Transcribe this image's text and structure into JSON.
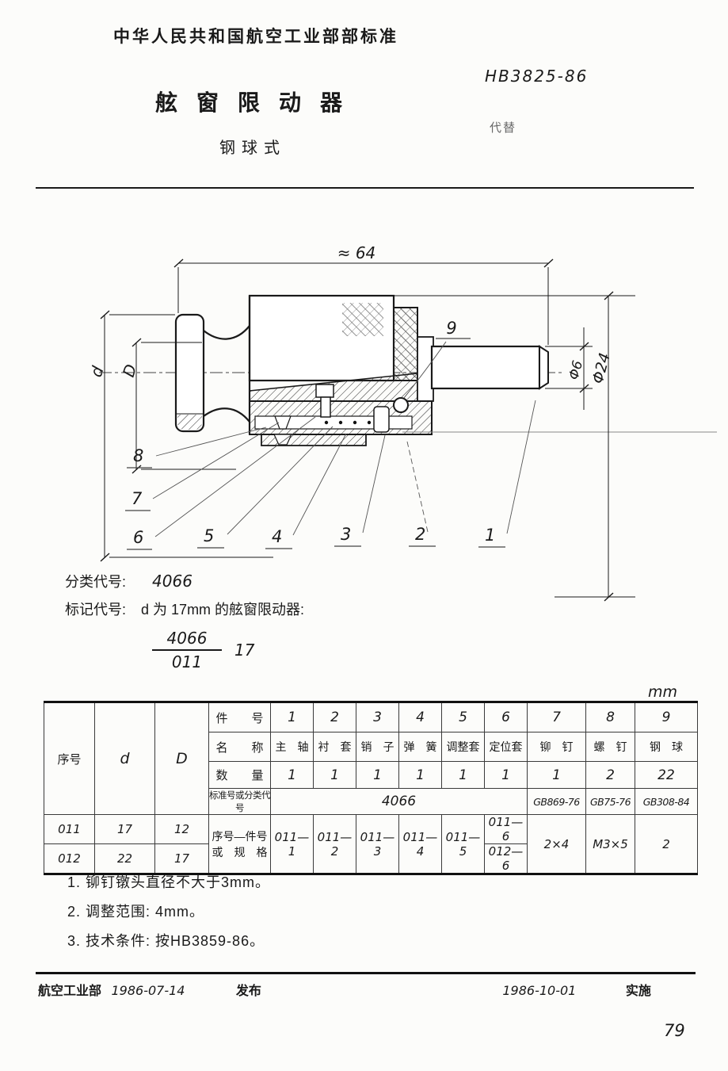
{
  "page": {
    "org_line": "中华人民共和国航空工业部部标准",
    "standard_no": "HB3825-86",
    "replaces_label": "代替",
    "title": "舷窗限动器",
    "subtitle": "钢球式",
    "page_number": "79"
  },
  "drawing": {
    "overall_dim": "≈ 64",
    "dim_d": "d",
    "dim_D": "D",
    "dim_phi6": "Φ6",
    "dim_phi24": "Φ24",
    "callouts": [
      "1",
      "2",
      "3",
      "4",
      "5",
      "6",
      "7",
      "8",
      "9"
    ]
  },
  "codes": {
    "class_label": "分类代号:",
    "class_value": "4066",
    "marking_label": "标记代号:",
    "marking_desc": "d 为 17mm 的舷窗限动器:",
    "marking_numerator": "4066",
    "marking_denominator": "011",
    "marking_suffix": "17"
  },
  "table": {
    "unit": "mm",
    "col_serial": "序号",
    "col_d": "d",
    "col_D": "D",
    "row_piece_no": "件　　号",
    "row_name": "名　　称",
    "row_qty": "数　　量",
    "row_std": "标准号或分类代号",
    "row_serial_piece": "序号—件号",
    "row_spec": "或　规　格",
    "part_numbers": [
      "1",
      "2",
      "3",
      "4",
      "5",
      "6",
      "7",
      "8",
      "9"
    ],
    "part_names": [
      "主　轴",
      "衬　套",
      "销　子",
      "弹　簧",
      "调整套",
      "定位套",
      "铆　钉",
      "螺　钉",
      "钢　球"
    ],
    "quantities": [
      "1",
      "1",
      "1",
      "1",
      "1",
      "1",
      "1",
      "2",
      "22"
    ],
    "std_merged": "4066",
    "std_gb": [
      "GB869-76",
      "GB75-76",
      "GB308-84"
    ],
    "rows": [
      {
        "serial": "011",
        "d": "17",
        "D": "12"
      },
      {
        "serial": "012",
        "d": "22",
        "D": "17"
      }
    ],
    "spec_values": [
      "011—1",
      "011—2",
      "011—3",
      "011—4",
      "011—5"
    ],
    "spec_part6": [
      "011—6",
      "012—6"
    ],
    "spec_rivet": "2×4",
    "spec_screw": "M3×5",
    "spec_ball": "2"
  },
  "notes": [
    "1. 铆钉镦头直径不大于3mm。",
    "2. 调整范围:  4mm。",
    "3. 技术条件:  按HB3859-86。"
  ],
  "footer": {
    "issuer": "航空工业部",
    "issue_date": "1986-07-14",
    "issue_label": "发布",
    "impl_date": "1986-10-01",
    "impl_label": "实施"
  }
}
